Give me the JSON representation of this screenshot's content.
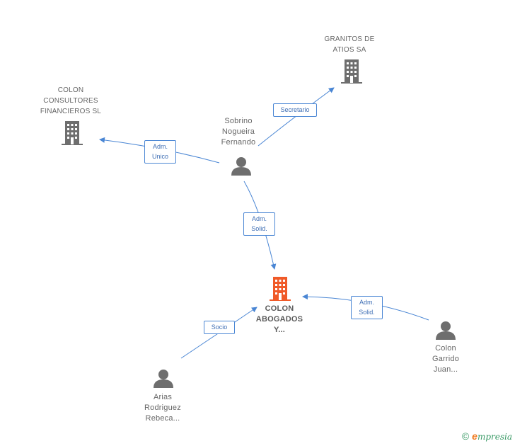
{
  "nodes": {
    "granitos": {
      "label_lines": [
        "GRANITOS DE",
        "ATIOS SA"
      ]
    },
    "colon_consultores": {
      "label_lines": [
        "COLON",
        "CONSULTORES",
        "FINANCIEROS SL"
      ]
    },
    "sobrino": {
      "label_lines": [
        "Sobrino",
        "Nogueira",
        "Fernando"
      ]
    },
    "colon_abogados": {
      "label_lines": [
        "COLON",
        "ABOGADOS",
        "Y..."
      ]
    },
    "arias": {
      "label_lines": [
        "Arias",
        "Rodriguez",
        "Rebeca..."
      ]
    },
    "colon_garrido": {
      "label_lines": [
        "Colon",
        "Garrido",
        "Juan..."
      ]
    }
  },
  "relations": {
    "secretario": {
      "lines": [
        "Secretario"
      ]
    },
    "adm_unico": {
      "lines": [
        "Adm.",
        "Unico"
      ]
    },
    "adm_solid_1": {
      "lines": [
        "Adm.",
        "Solid."
      ]
    },
    "adm_solid_2": {
      "lines": [
        "Adm.",
        "Solid."
      ]
    },
    "socio": {
      "lines": [
        "Socio"
      ]
    }
  },
  "colors": {
    "edge": "#4a86d4",
    "node_gray": "#6e6e6e",
    "focus": "#f05a28"
  },
  "footer": {
    "copyright_symbol": "©",
    "brand_first": "e",
    "brand_rest": "mpresia"
  }
}
